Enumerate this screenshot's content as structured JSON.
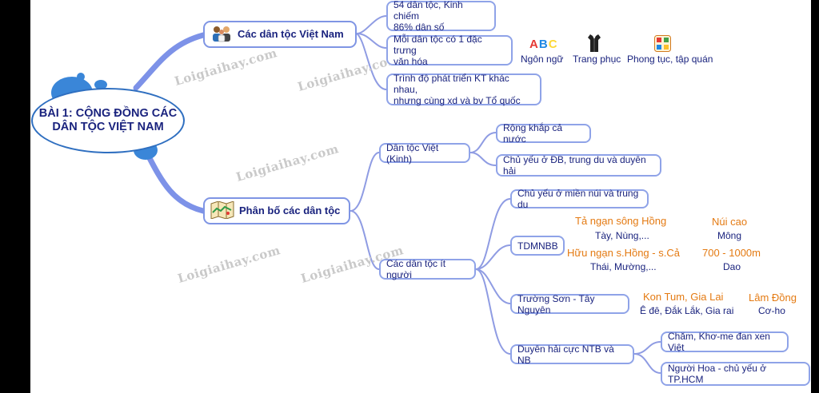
{
  "root": {
    "line1": "BÀI 1: CỘNG ĐỒNG CÁC",
    "line2": "DÂN TỘC VIỆT NAM"
  },
  "watermark": "Loigiaihay.com",
  "branch1": {
    "label": "Các dân tộc Việt Nam",
    "icon": "people-icon",
    "items": [
      {
        "line1": "54 dân tộc, Kinh chiếm",
        "line2": "86% dân số"
      },
      {
        "line1": "Mỗi dân tộc có 1 đặc trưng",
        "line2": "văn hóa"
      },
      {
        "line1": "Trình độ phát triển KT khác nhau,",
        "line2": "nhưng cùng xd và bv Tổ quốc"
      }
    ],
    "culture_icons": [
      {
        "icon": "abc-icon",
        "label": "Ngôn ngữ"
      },
      {
        "icon": "clothing-icon",
        "label": "Trang phục"
      },
      {
        "icon": "customs-icon",
        "label": "Phong tục, tập quán"
      }
    ],
    "abc_text": "ABC"
  },
  "branch2": {
    "label": "Phân bố các dân tộc",
    "icon": "map-icon",
    "viet": {
      "label": "Dân tộc Việt (Kinh)",
      "items": [
        "Rộng khắp cả nước",
        "Chủ yếu ở ĐB, trung du và duyên hải"
      ]
    },
    "minority": {
      "label": "Các dân tộc ít người",
      "general": "Chủ yếu ở miền núi và trung du",
      "tdmnbb": {
        "label": "TDMNBB",
        "left_bank": "Tả ngạn sông Hồng",
        "left_groups": "Tày, Nùng,...",
        "right_bank": "Hữu ngạn s.Hồng - s.Cả",
        "right_groups": "Thái, Mường,...",
        "high": "Núi cao",
        "high_group": "Mông",
        "mid": "700 - 1000m",
        "mid_group": "Dao"
      },
      "truongson": {
        "label": "Trường Sơn - Tây Nguyên",
        "area1": "Kon Tum, Gia Lai",
        "groups1": "Ê đê, Đắk Lắk, Gia rai",
        "area2": "Lâm Đồng",
        "groups2": "Cơ-ho"
      },
      "coast": {
        "label": "Duyên hải cực NTB và NB",
        "items": [
          "Chăm, Khơ-me đan xen Việt",
          "Người Hoa - chủ yếu ở TP.HCM"
        ]
      }
    }
  },
  "colors": {
    "link": "#8f9ce3",
    "thick": "#6f86e6",
    "accent": "#e47a12",
    "text": "#1a237e"
  }
}
